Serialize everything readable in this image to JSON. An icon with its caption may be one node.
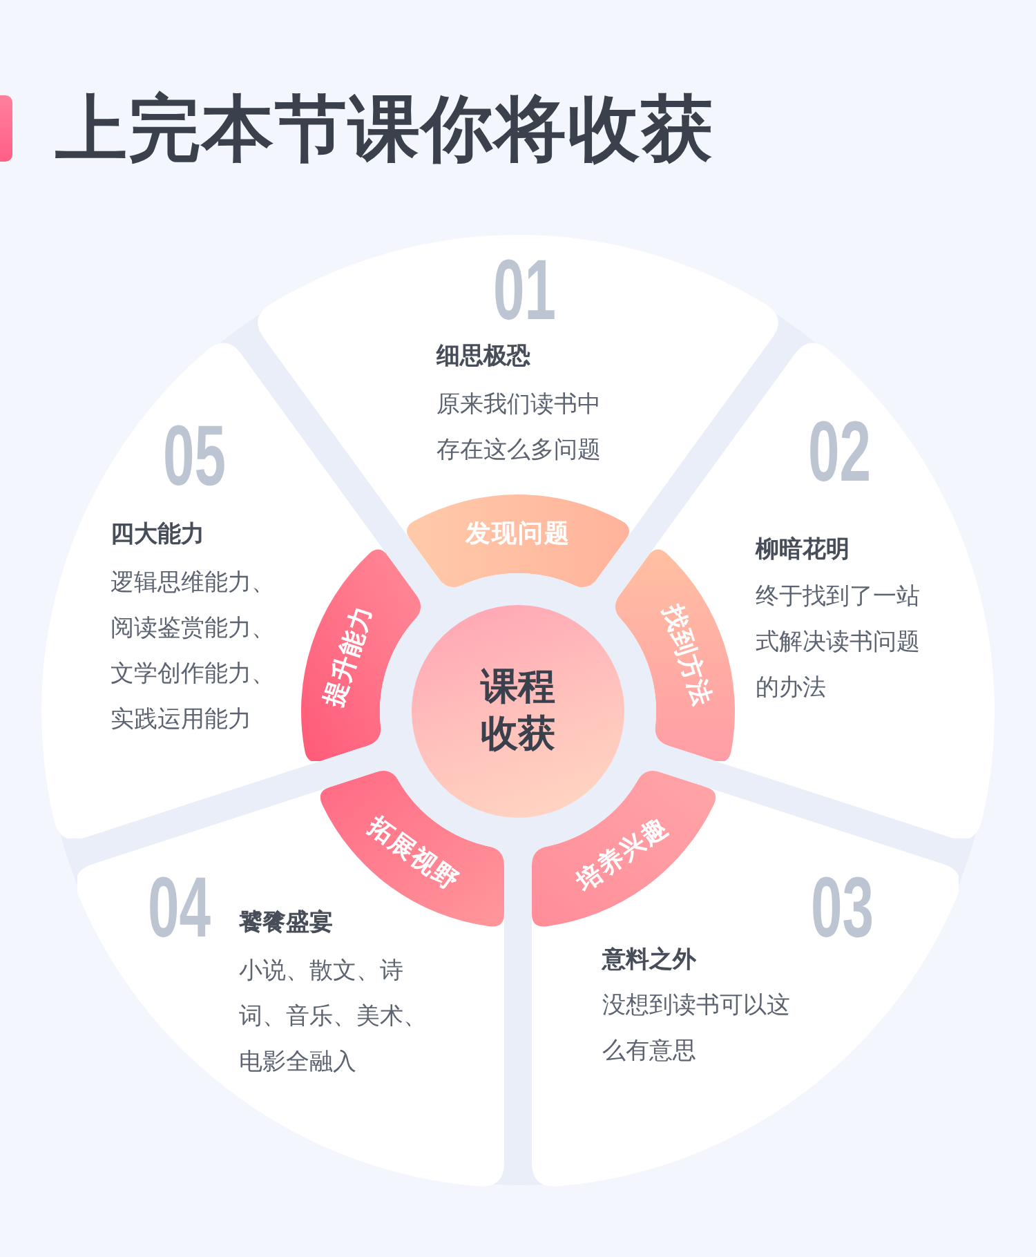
{
  "diagram": {
    "title": "上完本节课你将收获",
    "nodes": [
      {
        "text": [
          "课程收获"
        ]
      },
      {
        "text": [
          "01",
          "细思极恐",
          "原来我们读书中存在这么多问题"
        ]
      },
      {
        "text": [
          "发现问题"
        ],
        "in": 1
      },
      {
        "text": [
          "02",
          "柳暗花明",
          "终于找到了一站式解决读书问题的办法"
        ]
      },
      {
        "text": [
          "找到方法"
        ],
        "in": 3
      },
      {
        "text": [
          "03",
          "意料之外",
          "没想到读书可以这么有意思"
        ]
      },
      {
        "text": [
          "培养兴趣"
        ],
        "in": 5
      },
      {
        "text": [
          "04",
          "饕餮盛宴",
          "小说、散文、诗词、音乐、美术、电影全融入"
        ]
      },
      {
        "text": [
          "拓展视野"
        ],
        "in": 7
      },
      {
        "text": [
          "05",
          "四大能力",
          "逻辑思维能力、阅读鉴赏能力、文学创作能力、实践运用能力"
        ]
      },
      {
        "text": [
          "提升能力"
        ],
        "in": 9
      }
    ]
  }
}
